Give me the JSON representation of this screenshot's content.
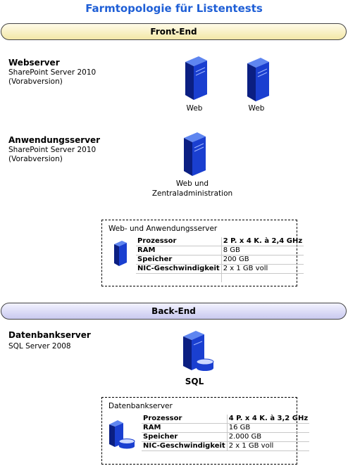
{
  "title": "Farmtopologie für Listentests",
  "front_end": {
    "band_label": "Front-End",
    "webserver": {
      "heading": "Webserver",
      "sub1": "SharePoint Server 2010",
      "sub2": "(Vorabversion)",
      "servers": [
        {
          "icon": "server-icon",
          "label": "Web"
        },
        {
          "icon": "server-icon",
          "label": "Web"
        }
      ]
    },
    "app_server": {
      "heading": "Anwendungsserver",
      "sub1": "SharePoint Server 2010",
      "sub2": "(Vorabversion)",
      "server_label_line1": "Web und",
      "server_label_line2": "Zentraladministration"
    },
    "spec_box": {
      "title": "Web- und Anwendungsserver",
      "rows": [
        {
          "key": "Prozessor",
          "value": "2 P. x 4 K. à 2,4 GHz"
        },
        {
          "key": "RAM",
          "value": "8 GB"
        },
        {
          "key": "Speicher",
          "value": "200 GB"
        },
        {
          "key": "NIC-Geschwindigkeit",
          "value": "2 x 1 GB voll"
        }
      ]
    }
  },
  "back_end": {
    "band_label": "Back-End",
    "db_server": {
      "heading": "Datenbankserver",
      "sub1": "SQL Server 2008",
      "server_label": "SQL"
    },
    "spec_box": {
      "title": "Datenbankserver",
      "rows": [
        {
          "key": "Prozessor",
          "value": "4 P. x 4 K. à 3,2 GHz"
        },
        {
          "key": "RAM",
          "value": "16 GB"
        },
        {
          "key": "Speicher",
          "value": "2.000 GB"
        },
        {
          "key": "NIC-Geschwindigkeit",
          "value": "2 x 1 GB voll"
        }
      ]
    }
  },
  "colors": {
    "title": "#1f5fd6",
    "server_blue": "#1a3fd0",
    "server_dark": "#0b1f82",
    "front_band": "#f3e7a6",
    "back_band": "#c9c9ef"
  }
}
